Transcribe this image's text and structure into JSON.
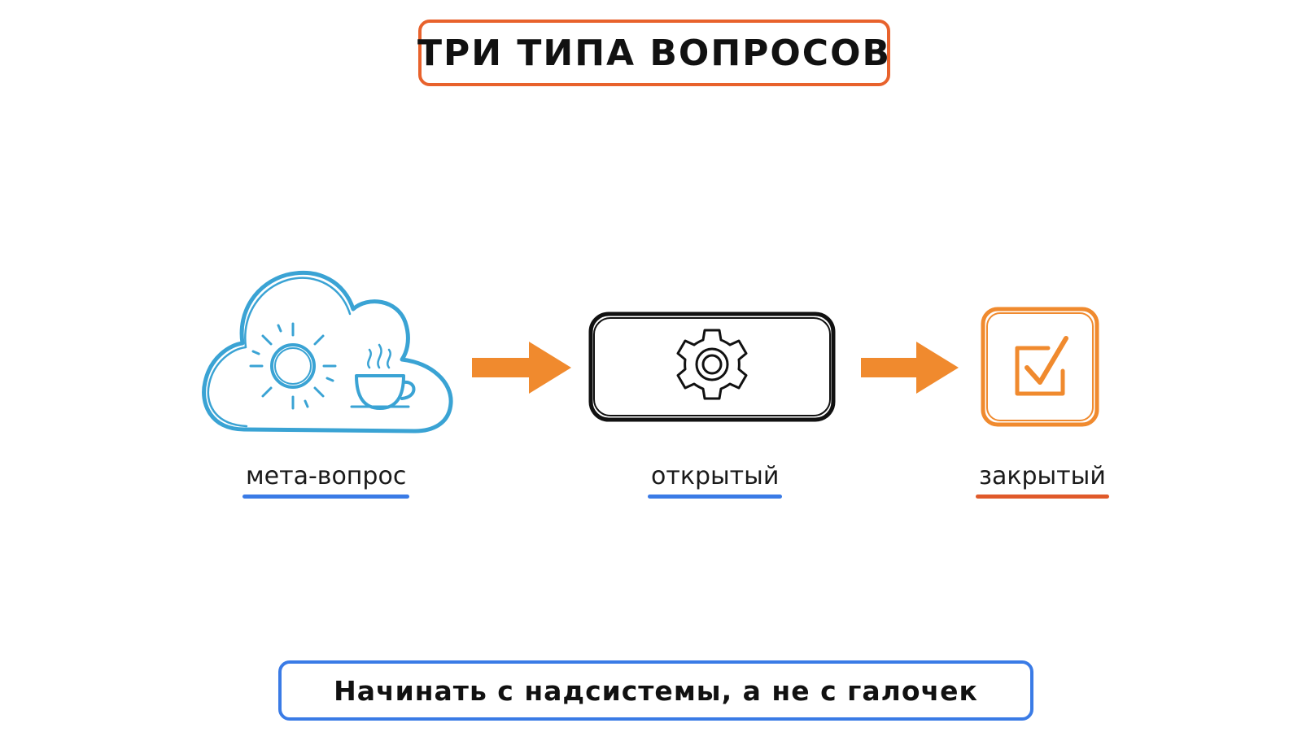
{
  "title": "ТРИ ТИПА ВОПРОСОВ",
  "nodes": [
    {
      "label": "мета-вопрос",
      "icon": "cloud-sun-coffee-icon",
      "color": "#3aa3d4"
    },
    {
      "label": "открытый",
      "icon": "gear-icon",
      "color": "#111111"
    },
    {
      "label": "закрытый",
      "icon": "checkbox-checked-icon",
      "color": "#f08a2e"
    }
  ],
  "arrow_color": "#f08a2e",
  "footer": "Начинать с надсистемы, а не с галочек",
  "colors": {
    "title_border": "#e8622c",
    "footer_border": "#3a7be6",
    "underline_blue": "#3a7be6",
    "underline_red": "#e05a2a"
  }
}
